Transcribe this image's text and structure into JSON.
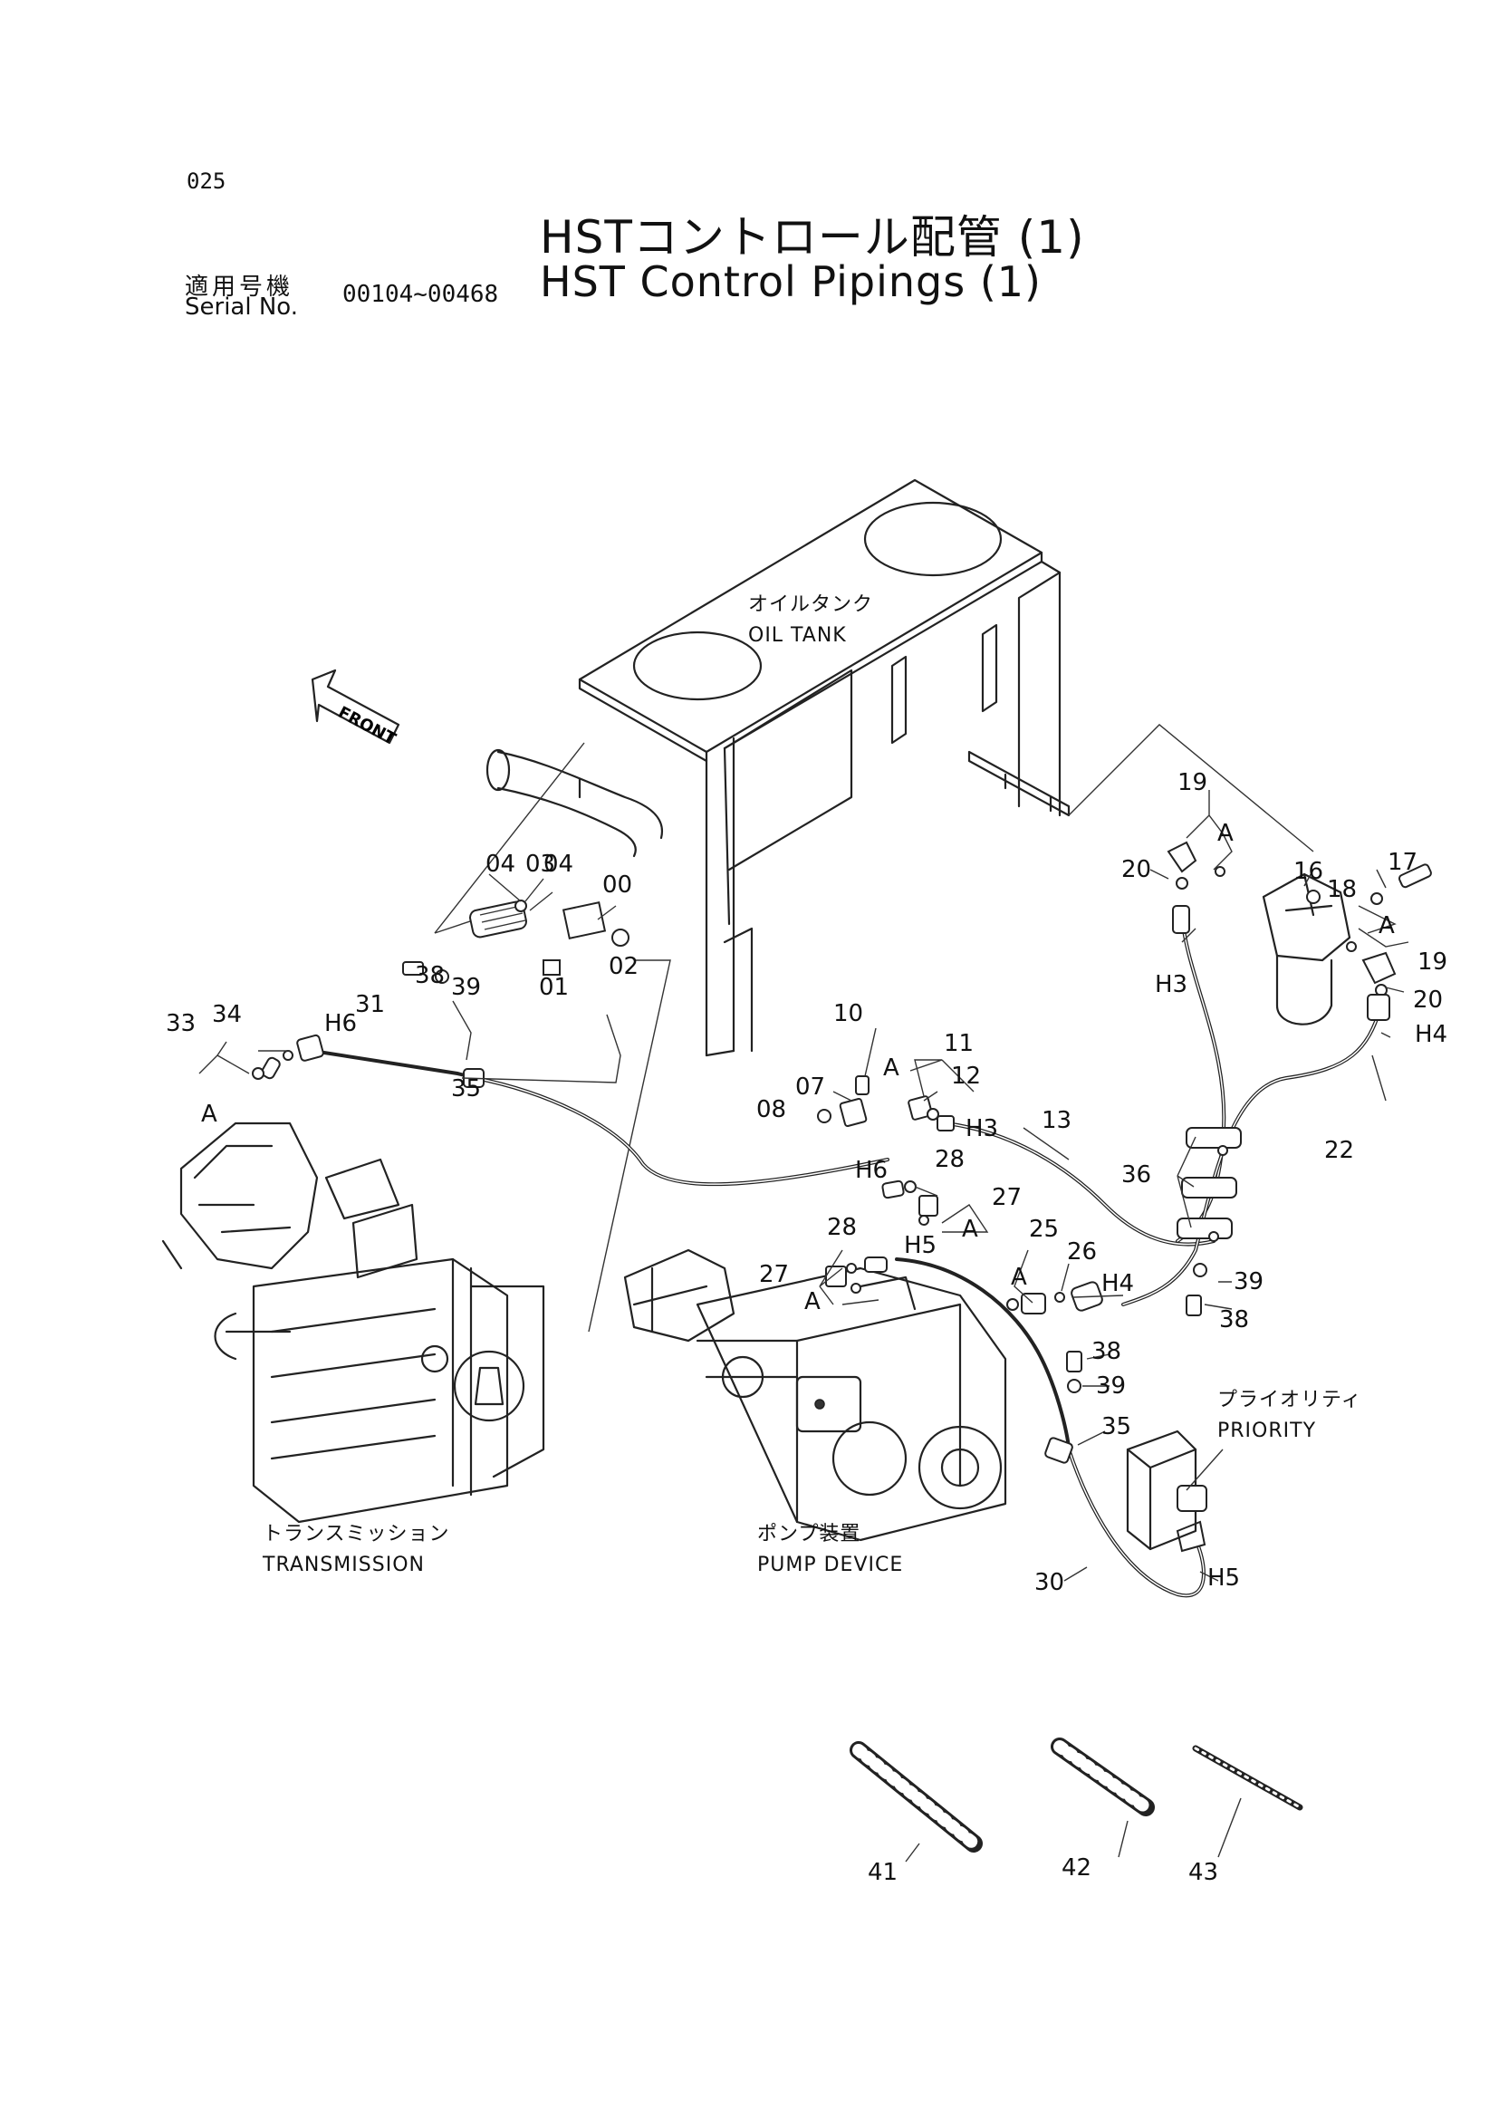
{
  "page_number": "025",
  "title_jp": "HSTコントロール配管 (1)",
  "title_en": "HST Control Pipings (1)",
  "serial_label_jp": "適用号機",
  "serial_label_en": "Serial No.",
  "serial_range": "00104~00468",
  "components": {
    "oil_tank": {
      "jp": "オイルタンク",
      "en": "OIL TANK"
    },
    "front": "FRONT",
    "transmission": {
      "jp": "トランスミッション",
      "en": "TRANSMISSION"
    },
    "pump_device": {
      "jp": "ポンプ装置",
      "en": "PUMP DEVICE"
    },
    "priority": {
      "jp": "プライオリティ",
      "en": "PRIORITY"
    }
  },
  "part_labels": [
    "00",
    "01",
    "02",
    "03",
    "04",
    "04",
    "07",
    "08",
    "10",
    "11",
    "12",
    "13",
    "16",
    "17",
    "18",
    "19",
    "19",
    "20",
    "20",
    "22",
    "25",
    "26",
    "27",
    "27",
    "28",
    "28",
    "30",
    "31",
    "33",
    "34",
    "35",
    "35",
    "36",
    "38",
    "38",
    "38",
    "39",
    "39",
    "39",
    "41",
    "42",
    "43"
  ],
  "hose_labels": [
    "H3",
    "H3",
    "H4",
    "H4",
    "H5",
    "H5",
    "H6",
    "H6"
  ],
  "view_markers": [
    "A",
    "A",
    "A",
    "A",
    "A",
    "A",
    "A"
  ]
}
